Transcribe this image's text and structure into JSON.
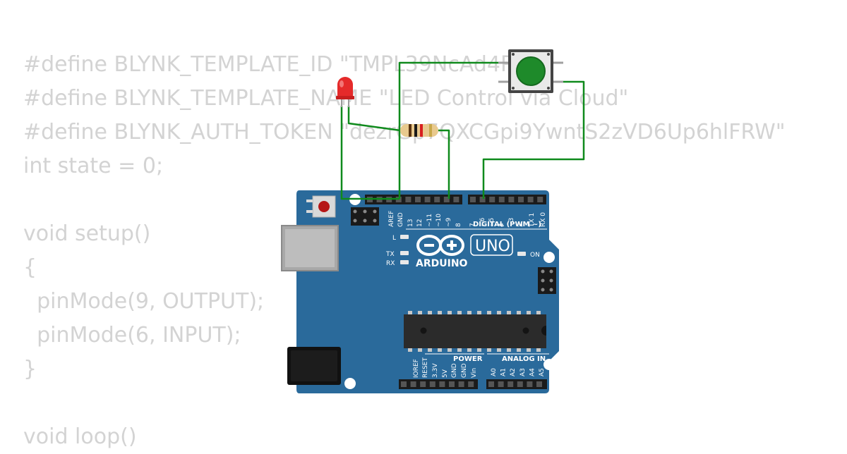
{
  "code": {
    "lines": [
      "#define BLYNK_TEMPLATE_ID \"TMPL39NcAd4P\"",
      "#define BLYNK_TEMPLATE_NAME \"LED Control via Cloud\"",
      "#define BLYNK_AUTH_TOKEN \"dezrGp7QXCGpi9YwntS2zVD6Up6hlFRW\"",
      "int state = 0;",
      "",
      "void setup()",
      "{",
      "  pinMode(9, OUTPUT);",
      "  pinMode(6, INPUT);",
      "}",
      "",
      "void loop()"
    ]
  },
  "board": {
    "brand": "ARDUINO",
    "model": "UNO",
    "digital_header": "DIGITAL (PWM ~)",
    "digital_pins": [
      "AREF",
      "GND",
      "13",
      "12",
      "~11",
      "~10",
      "~9",
      "8",
      "7",
      "~6",
      "~5",
      "4",
      "~3",
      "2",
      "TX 1",
      "RX 0"
    ],
    "led_l": "L",
    "led_tx": "TX",
    "led_rx": "RX",
    "led_on": "ON",
    "power_header": "POWER",
    "power_pins": [
      "IOREF",
      "RESET",
      "3.3V",
      "5V",
      "GND",
      "GND",
      "Vin"
    ],
    "analog_header": "ANALOG IN",
    "analog_pins": [
      "A0",
      "A1",
      "A2",
      "A3",
      "A4",
      "A5"
    ]
  },
  "colors": {
    "board": "#2a6a9b",
    "wire": "#0f8a1c",
    "button_cap": "#1e8a2a",
    "led": "#e52a2a",
    "code_text": "#d3d3d3"
  }
}
